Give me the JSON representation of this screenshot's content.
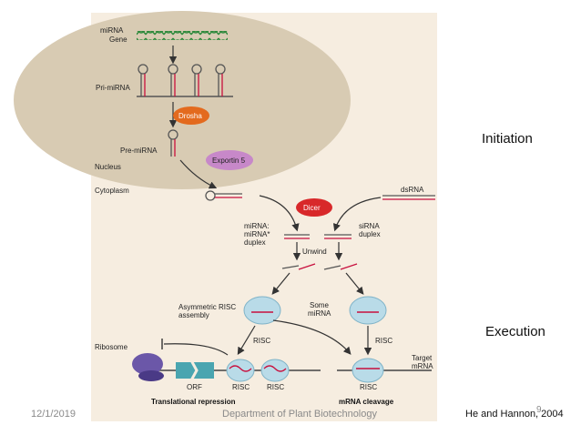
{
  "labels": {
    "mirna_gene_1": "miRNA",
    "mirna_gene_2": "Gene",
    "pri_mirna": "Pri-miRNA",
    "drosha": "Drosha",
    "pre_mirna": "Pre-miRNA",
    "exportin": "Exportin 5",
    "nucleus": "Nucleus",
    "cytoplasm": "Cytoplasm",
    "dsrna": "dsRNA",
    "dicer": "Dicer",
    "mirna_duplex_1": "miRNA:",
    "mirna_duplex_2": "miRNA*",
    "mirna_duplex_3": "duplex",
    "sirna_duplex_1": "siRNA",
    "sirna_duplex_2": "duplex",
    "unwind": "Unwind",
    "asym_1": "Asymmetric RISC",
    "asym_2": "assembly",
    "some_1": "Some",
    "some_2": "miRNA",
    "risc_left": "RISC",
    "risc_right": "RISC",
    "ribosome": "Ribosome",
    "orf": "ORF",
    "risc_a": "RISC",
    "risc_b": "RISC",
    "risc_c": "RISC",
    "target_1": "Target",
    "target_2": "mRNA",
    "translational_repression": "Translational repression",
    "mrna_cleavage": "mRNA cleavage"
  },
  "side": {
    "initiation": "Initiation",
    "execution": "Execution"
  },
  "footer": {
    "date": "12/1/2019",
    "department": "Department of Plant Biotechnology",
    "citation": "He and Hannon, 2004",
    "page": "9"
  },
  "colors": {
    "panel": "#f6ede0",
    "nucleus": "#d8cbb3",
    "drosha": "#e36a1e",
    "exportin": "#c788c9",
    "dicer": "#d8282a",
    "risc": "#b9dbe8",
    "ribosome": "#6b57a8",
    "orf": "#4aa5b0"
  }
}
